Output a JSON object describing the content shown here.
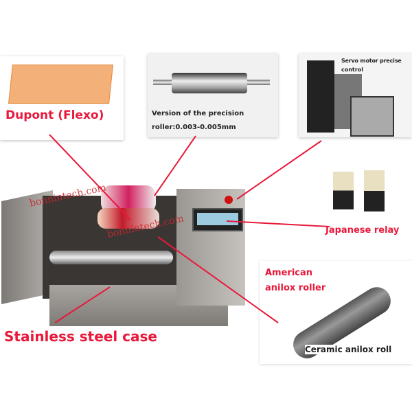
{
  "labels": {
    "dupont": "Dupont (Flexo)",
    "roller": "Version of the precision",
    "roller2": "roller:0.003-0.005mm",
    "servo": "Servo motor precise",
    "servo2": "control",
    "relay": "Japanese relay",
    "anilox": "American",
    "anilox2": "anilox roller",
    "ceramic": "Ceramic anilox roll",
    "case": "Stainless steel case"
  },
  "watermarks": [
    "bonnintech.com",
    "bonnintech.com"
  ],
  "colors": {
    "accent": "#e8193a",
    "steel": "#8a8784"
  }
}
